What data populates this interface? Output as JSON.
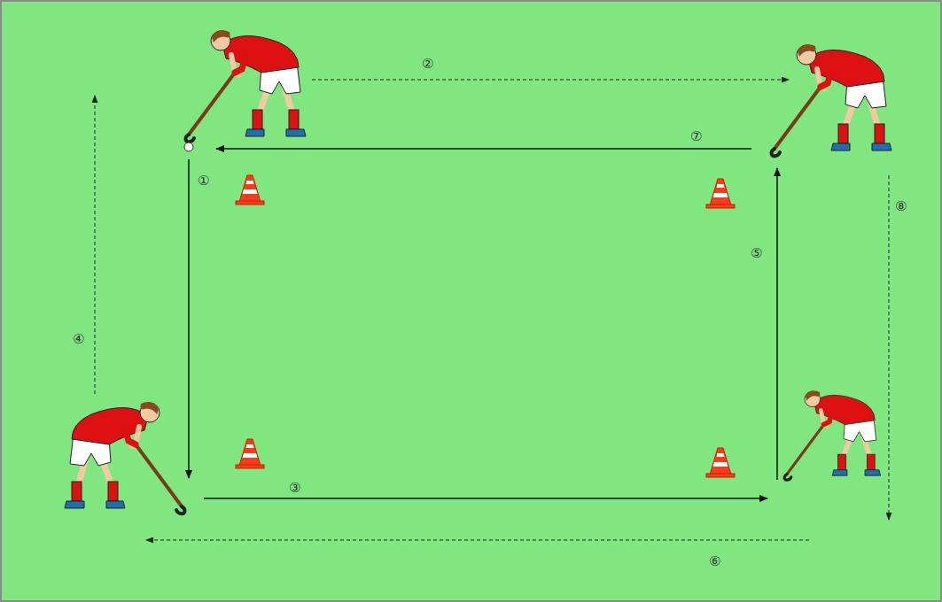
{
  "diagram": {
    "labels": [
      "①",
      "②",
      "③",
      "④",
      "⑤",
      "⑥",
      "⑦",
      "⑧"
    ]
  }
}
